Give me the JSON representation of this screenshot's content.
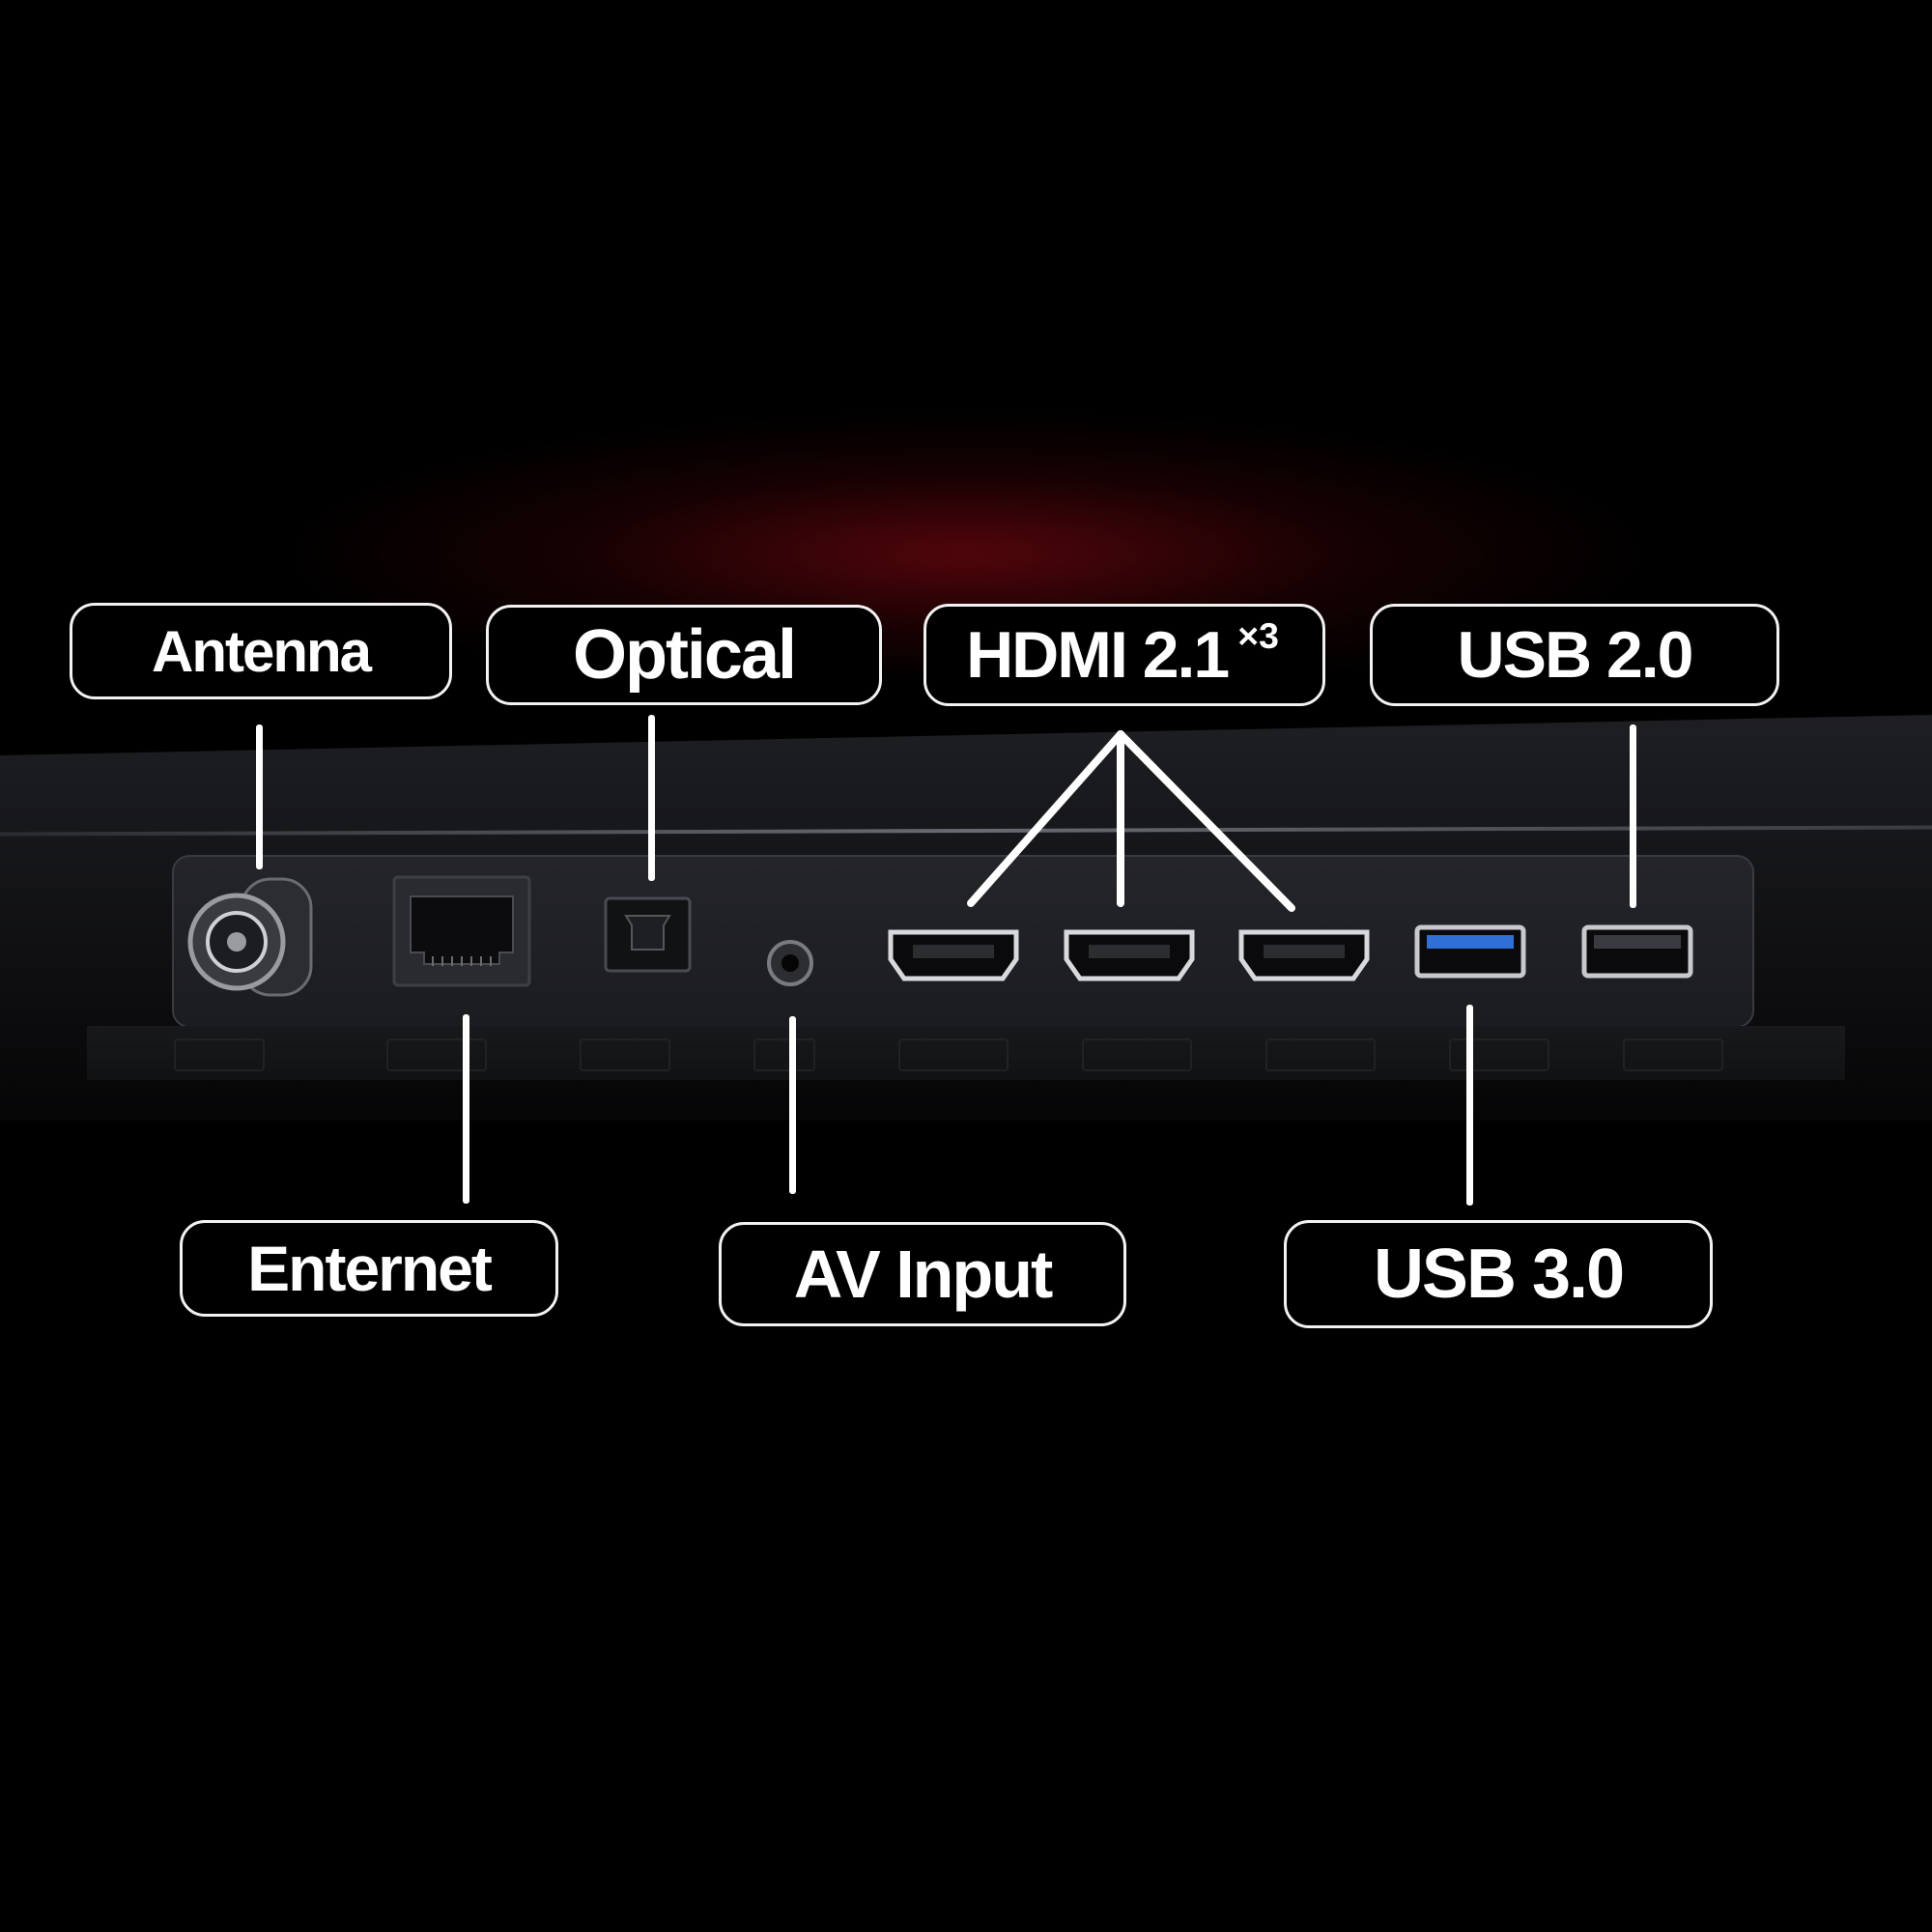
{
  "callouts": {
    "antenna": "Antenna",
    "optical": "Optical",
    "hdmi": "HDMI 2.1",
    "hdmi_count": "×3",
    "usb2": "USB 2.0",
    "enternet": "Enternet",
    "av_input": "AV Input",
    "usb3": "USB 3.0"
  },
  "ports": [
    "antenna-port",
    "ethernet-port",
    "optical-port",
    "av-jack",
    "hdmi-port",
    "hdmi-port",
    "hdmi-port",
    "usb3-port",
    "usb2-port"
  ],
  "colors": {
    "background": "#000000",
    "callout_border": "#f2f2f2",
    "usb3_accent": "#2f6fd6",
    "glow": "#960a14"
  }
}
